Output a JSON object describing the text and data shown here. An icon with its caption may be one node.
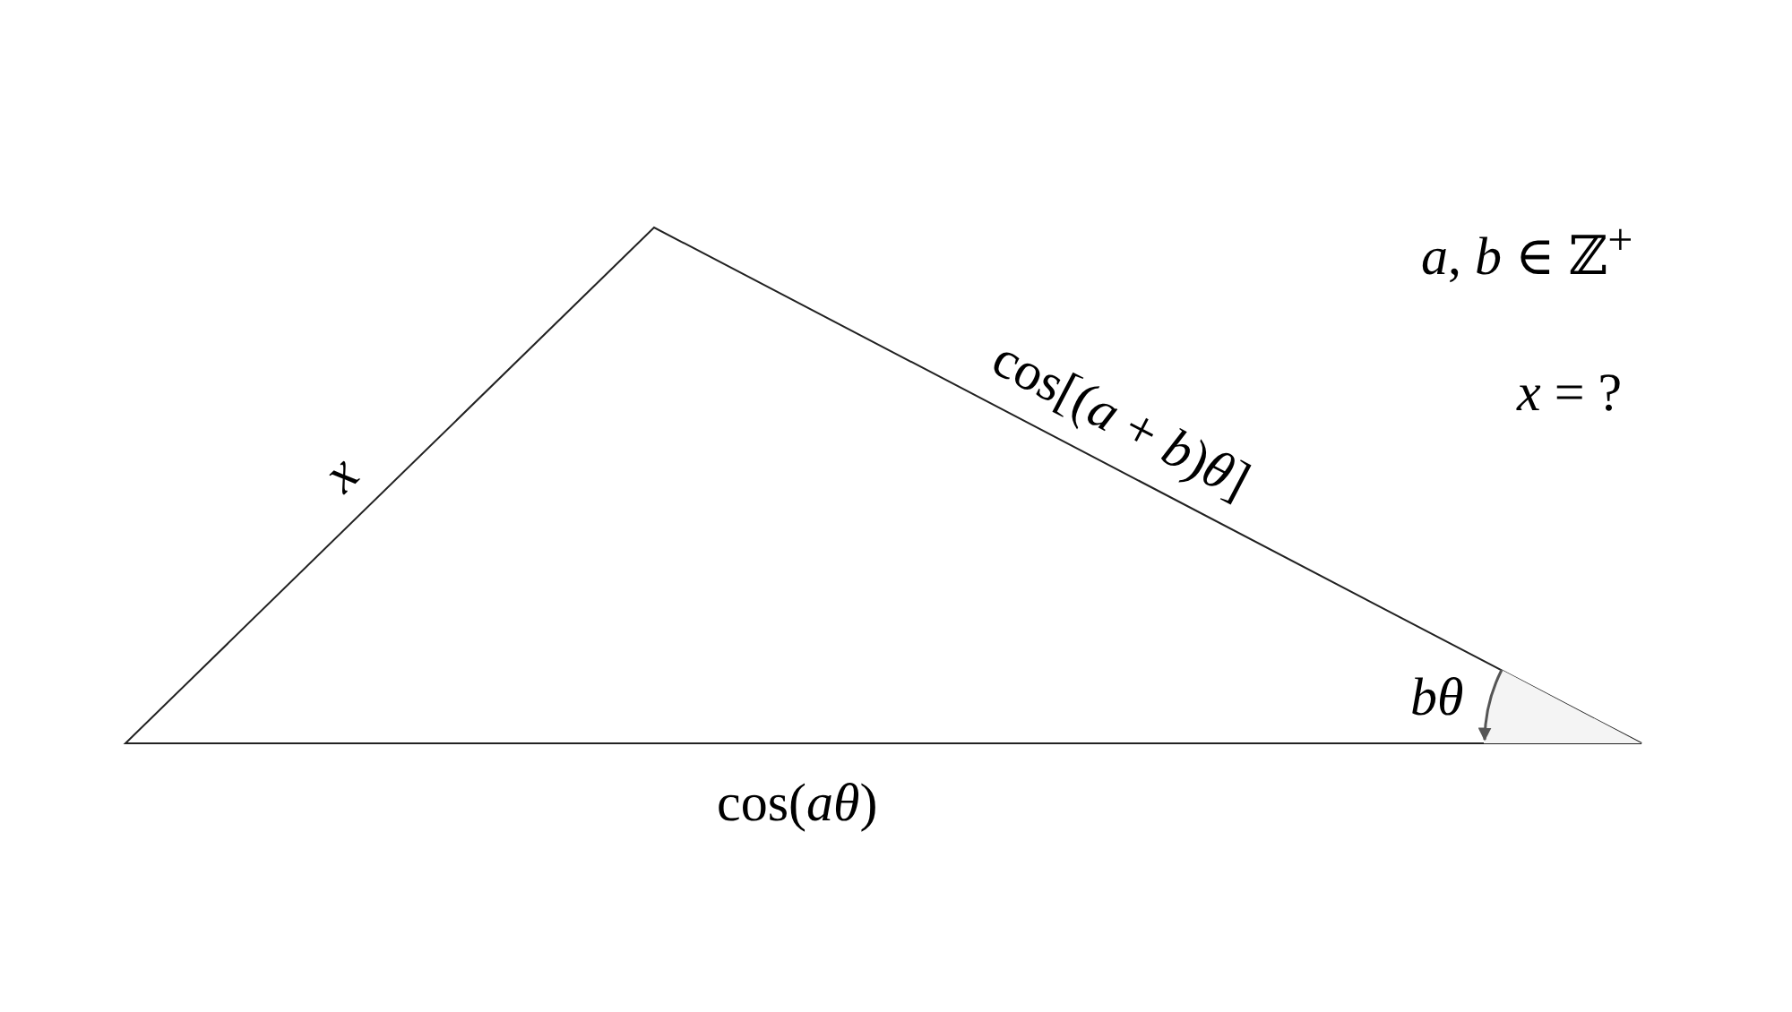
{
  "diagram": {
    "labels": [
      "*a*, *b* ∈ ℤ$^{+}$",
      "cos[(*a* + *b*)*θ*]",
      "*x* = ?",
      "x",
      "bθ",
      "cos(*aθ*)"
    ]
  }
}
